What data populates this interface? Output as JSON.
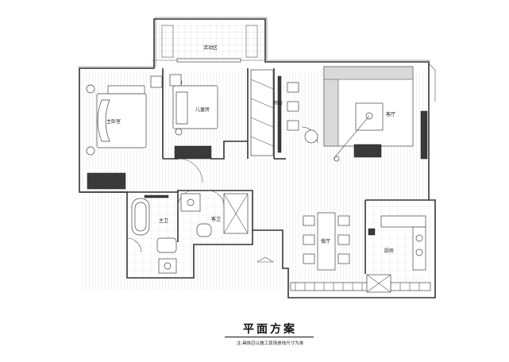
{
  "plan": {
    "title": "平面方案",
    "note": "注:具体应以施工现场放线尺寸为准",
    "rooms": {
      "activity": "活动区",
      "master_bedroom": "主卧室",
      "kids_room": "儿童房",
      "study": "书房",
      "living_room": "客厅",
      "master_bath": "主卫",
      "guest_bath": "客卫",
      "dining": "餐厅",
      "kitchen": "厨房"
    }
  }
}
